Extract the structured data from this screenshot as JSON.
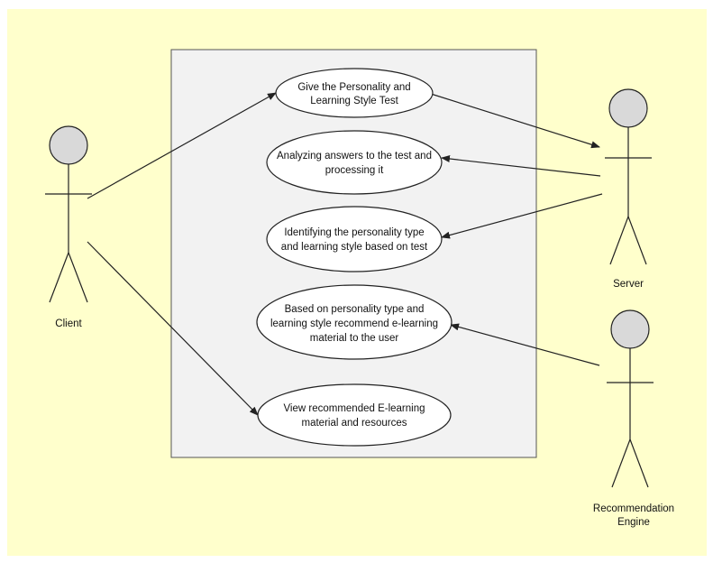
{
  "colors": {
    "background": "#ffffcc",
    "system_box": "#f2f2f2",
    "stroke": "#222222",
    "actor_head": "#d9d9d9",
    "ellipse_fill": "#ffffff"
  },
  "actors": {
    "client": "Client",
    "server": "Server",
    "recommendation_engine": [
      "Recommendation",
      "Engine"
    ]
  },
  "use_cases": [
    [
      "Give the Personality and",
      "Learning Style Test"
    ],
    [
      "Analyzing answers to the test and",
      "processing it"
    ],
    [
      "Identifying the personality type",
      "and learning style based on test"
    ],
    [
      "Based on personality type and",
      "learning style recommend e-learning",
      "material to the user"
    ],
    [
      "View recommended E-learning",
      "material and resources"
    ]
  ]
}
